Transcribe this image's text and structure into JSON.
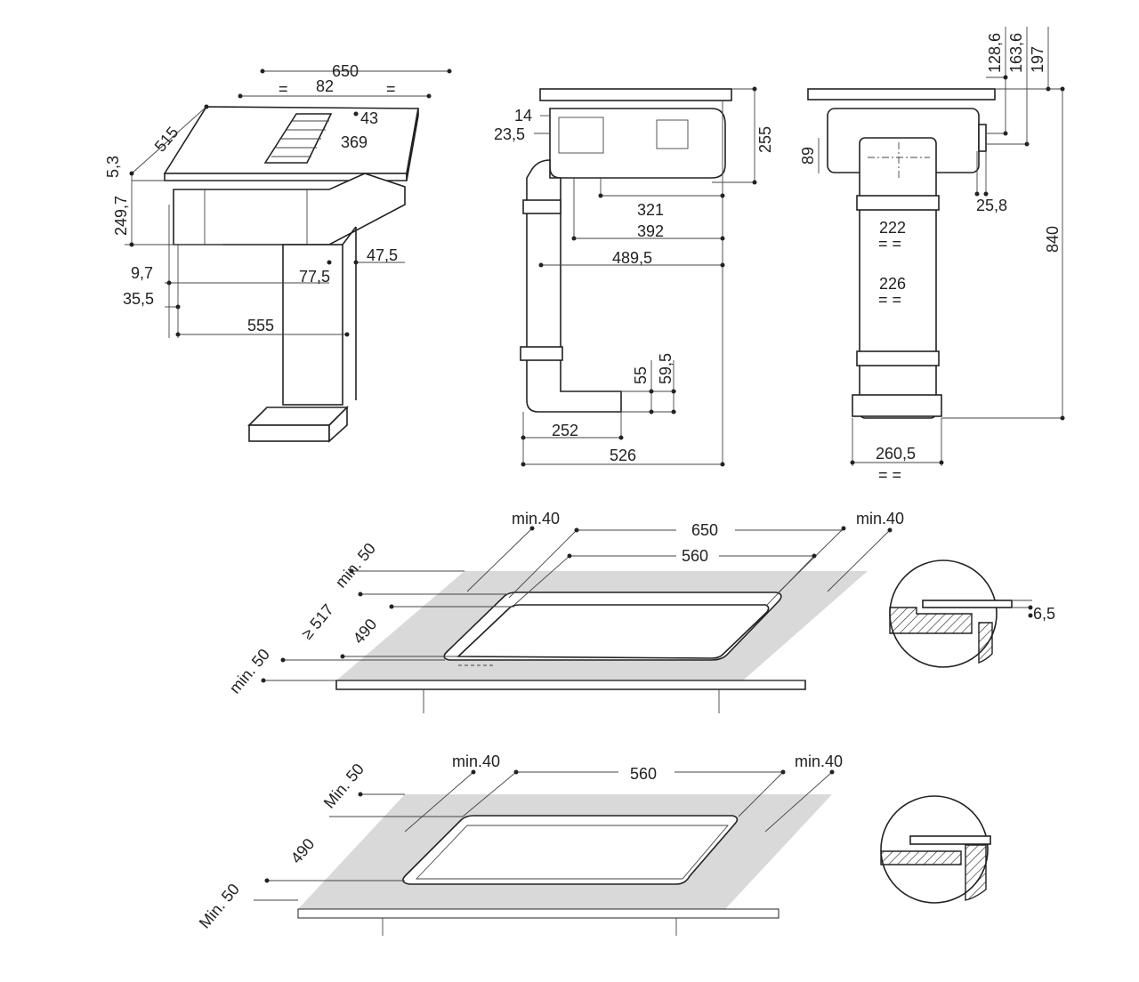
{
  "hob_perspective_view": {
    "labels": [
      "650",
      "=",
      "82",
      "=",
      "515",
      "43",
      "369",
      "5,3",
      "249,7",
      "9,7",
      "35,5",
      "77,5",
      "47,5",
      "555"
    ]
  },
  "side_view": {
    "labels": [
      "14",
      "23,5",
      "255",
      "321",
      "392",
      "489,5",
      "55",
      "59,5",
      "252",
      "526"
    ]
  },
  "front_view": {
    "labels": [
      "128,6",
      "163,6",
      "197",
      "89",
      "25,8",
      "222",
      "= =",
      "226",
      "= =",
      "840",
      "260,5",
      "= ="
    ]
  },
  "cutout_standard": {
    "labels": [
      "min.40",
      "650",
      "min.40",
      "560",
      "min. 50",
      "≥ 517",
      "490",
      "min. 50",
      "6,5"
    ]
  },
  "cutout_flush": {
    "labels": [
      "min.40",
      "560",
      "min.40",
      "Min. 50",
      "490",
      "Min. 50"
    ]
  }
}
